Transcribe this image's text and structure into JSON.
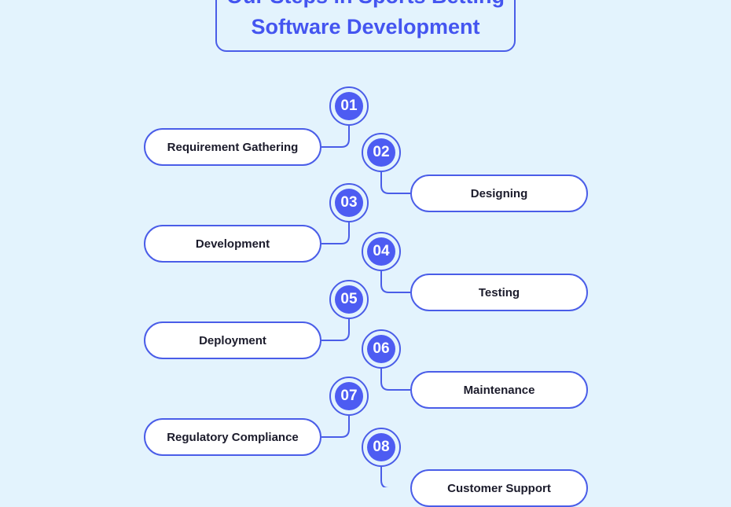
{
  "title": {
    "line1": "Our Steps in Sports Betting",
    "line2": "Software Development"
  },
  "steps": [
    {
      "number": "01",
      "label": "Requirement Gathering"
    },
    {
      "number": "02",
      "label": "Designing"
    },
    {
      "number": "03",
      "label": "Development"
    },
    {
      "number": "04",
      "label": "Testing"
    },
    {
      "number": "05",
      "label": "Deployment"
    },
    {
      "number": "06",
      "label": "Maintenance"
    },
    {
      "number": "07",
      "label": "Regulatory Compliance"
    },
    {
      "number": "08",
      "label": "Customer Support"
    }
  ],
  "colors": {
    "background": "#e3f3fd",
    "accent": "#4d5cf2",
    "outline": "#4a5de8",
    "text": "#1b1b2b"
  }
}
